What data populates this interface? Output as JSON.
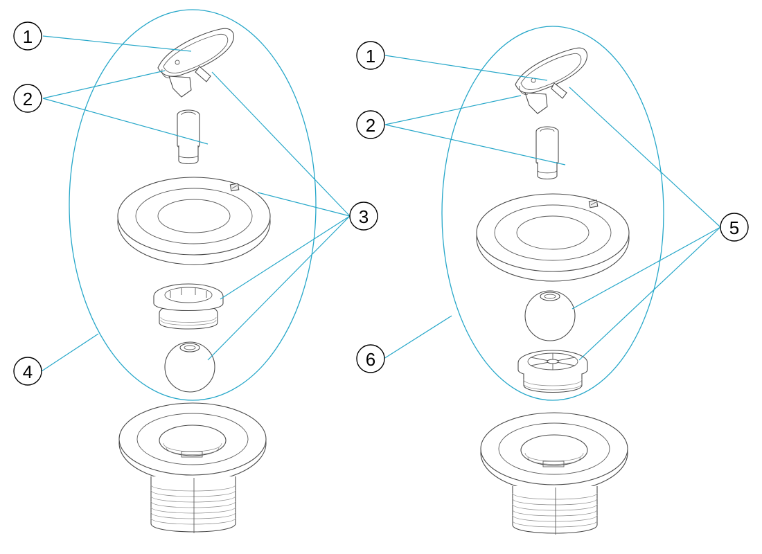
{
  "callouts": {
    "left_1": "1",
    "left_2": "2",
    "left_3": "3",
    "left_4": "4",
    "right_1": "1",
    "right_2": "2",
    "right_5": "5",
    "right_6": "6"
  },
  "colors": {
    "leader_line": "#26a7c9",
    "part_outline": "#4a4a4a"
  }
}
